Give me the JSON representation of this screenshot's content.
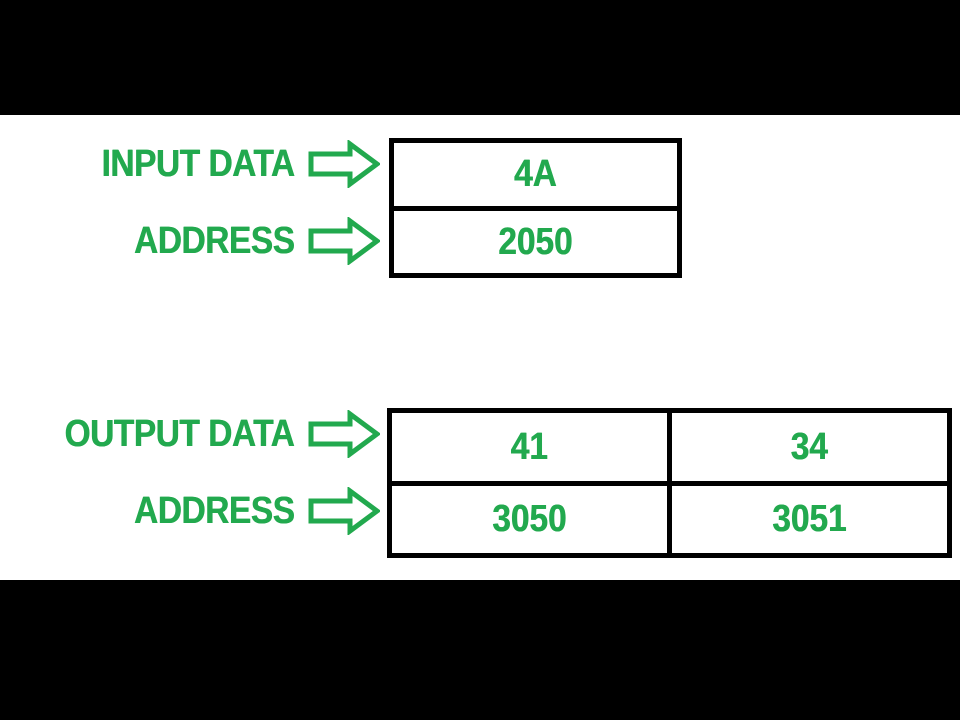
{
  "slide": {
    "background": "#ffffff",
    "letterbox_color": "#000000",
    "accent_color": "#22a94e",
    "border_color": "#000000"
  },
  "input_section": {
    "rows": [
      {
        "label": "INPUT DATA",
        "arrow_icon": "right-block-arrow-icon",
        "value": "4A"
      },
      {
        "label": "ADDRESS",
        "arrow_icon": "right-block-arrow-icon",
        "value": "2050"
      }
    ]
  },
  "output_section": {
    "rows": [
      {
        "label": "OUTPUT DATA",
        "arrow_icon": "right-block-arrow-icon",
        "values": [
          "41",
          "34"
        ]
      },
      {
        "label": "ADDRESS",
        "arrow_icon": "right-block-arrow-icon",
        "values": [
          "3050",
          "3051"
        ]
      }
    ]
  },
  "chart_data": {
    "type": "table",
    "title": "",
    "tables": [
      {
        "name": "input",
        "row_headers": [
          "INPUT DATA",
          "ADDRESS"
        ],
        "columns": 1,
        "cells": [
          [
            "4A"
          ],
          [
            "2050"
          ]
        ]
      },
      {
        "name": "output",
        "row_headers": [
          "OUTPUT DATA",
          "ADDRESS"
        ],
        "columns": 2,
        "cells": [
          [
            "41",
            "34"
          ],
          [
            "3050",
            "3051"
          ]
        ]
      }
    ]
  }
}
